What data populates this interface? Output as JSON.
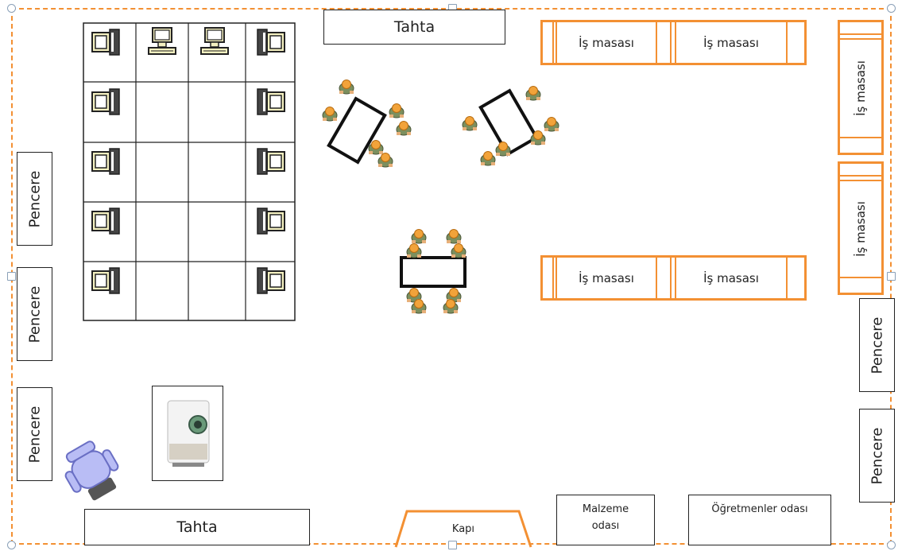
{
  "labels": {
    "tahta_top": "Tahta",
    "tahta_bottom": "Tahta",
    "pencere_left_1": "Pencere",
    "pencere_left_2": "Pencere",
    "pencere_left_3": "Pencere",
    "pencere_right_1": "Pencere",
    "pencere_right_2": "Pencere",
    "desk_top_1": "İş masası",
    "desk_top_2": "İş masası",
    "desk_mid_1": "İş masası",
    "desk_mid_2": "İş masası",
    "desk_right_1": "İş masası",
    "desk_right_2": "İş masası",
    "kapi": "Kapı",
    "malzeme_line1": "Malzeme",
    "malzeme_line2": "odası",
    "ogretmenler": "Öğretmenler odası"
  },
  "colors": {
    "accent_orange": "#f39033",
    "line": "#222222",
    "chair": "#b9bdf5"
  },
  "icons": {
    "computer": "computer-icon",
    "worker": "worker-icon",
    "projector": "projector-icon",
    "chair": "office-chair-icon"
  }
}
